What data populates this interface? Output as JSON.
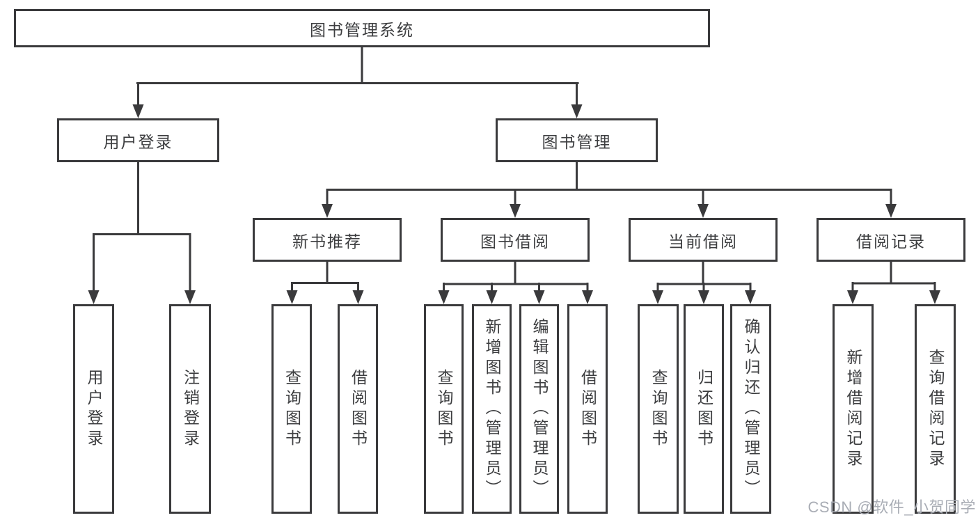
{
  "diagram": {
    "root": {
      "label": "图书管理系统"
    },
    "user_login_branch": {
      "label": "用户登录",
      "children": [
        {
          "label": "用户登录"
        },
        {
          "label": "注销登录"
        }
      ]
    },
    "book_management_branch": {
      "label": "图书管理",
      "sections": [
        {
          "label": "新书推荐",
          "children": [
            {
              "label": "查询图书"
            },
            {
              "label": "借阅图书"
            }
          ]
        },
        {
          "label": "图书借阅",
          "children": [
            {
              "label": "查询图书"
            },
            {
              "label": "新增图书（管理员）"
            },
            {
              "label": "编辑图书（管理员）"
            },
            {
              "label": "借阅图书"
            }
          ]
        },
        {
          "label": "当前借阅",
          "children": [
            {
              "label": "查询图书"
            },
            {
              "label": "归还图书"
            },
            {
              "label": "确认归还（管理员）"
            }
          ]
        },
        {
          "label": "借阅记录",
          "children": [
            {
              "label": "新增借阅记录"
            },
            {
              "label": "查询借阅记录"
            }
          ]
        }
      ]
    }
  },
  "watermark": {
    "text": "CSDN @软件_小贺同学"
  },
  "colors": {
    "line": "#3a3a3c",
    "text": "#3d3e40",
    "watermark": "#a9adb5",
    "background": "#ffffff"
  }
}
